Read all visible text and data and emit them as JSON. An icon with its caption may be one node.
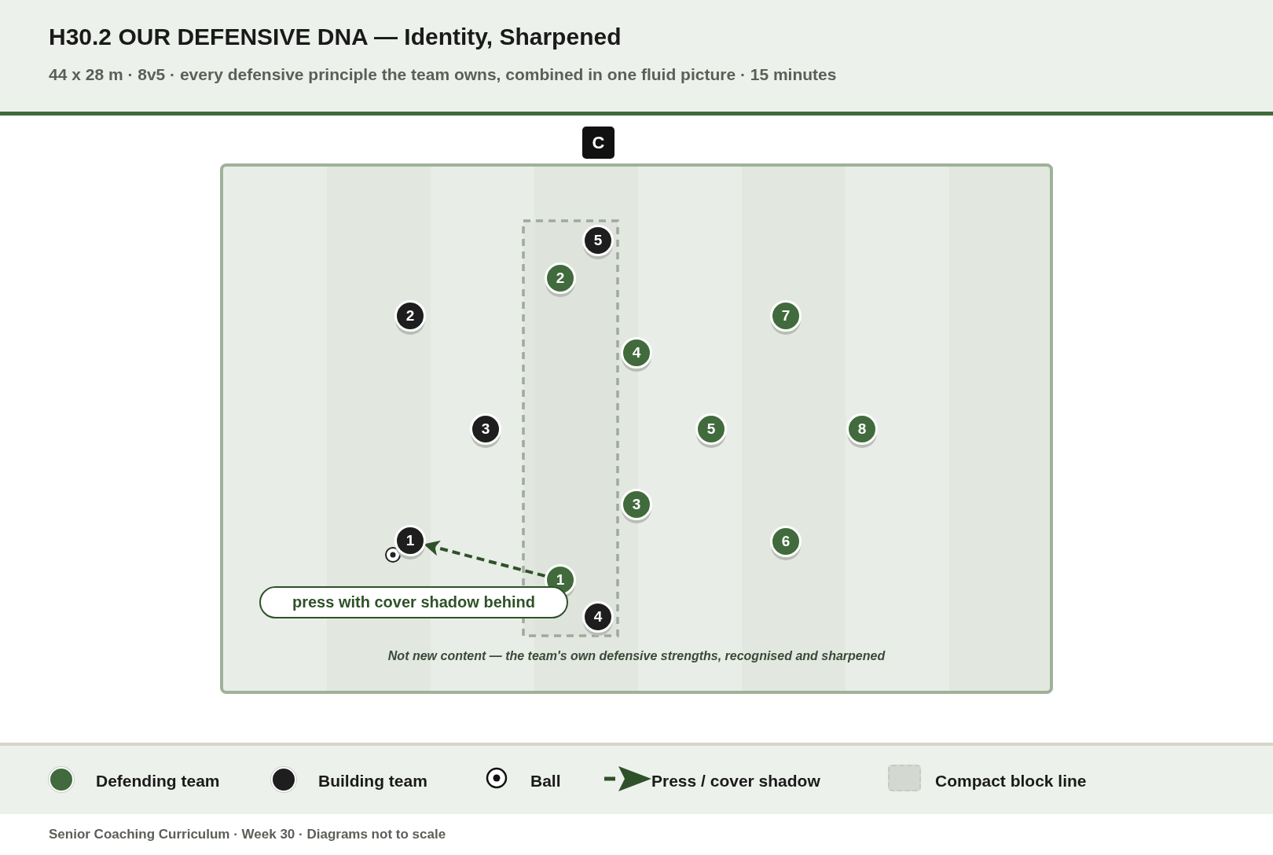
{
  "diagram": {
    "title": "H30.2 OUR DEFENSIVE DNA — Identity, Sharpened",
    "nodes": [
      {
        "text": [
          "C"
        ]
      },
      {
        "text": [
          "5"
        ]
      },
      {
        "text": [
          "2"
        ]
      },
      {
        "text": [
          "2"
        ]
      },
      {
        "text": [
          "7"
        ]
      },
      {
        "text": [
          "4"
        ]
      },
      {
        "text": [
          "3"
        ]
      },
      {
        "text": [
          "5"
        ]
      },
      {
        "text": [
          "8"
        ]
      },
      {
        "text": [
          "3"
        ]
      },
      {
        "text": [
          "1"
        ]
      },
      {
        "text": [
          "6"
        ]
      },
      {
        "text": [
          "1"
        ]
      },
      {
        "text": [
          "4"
        ]
      }
    ],
    "edges": [
      {
        "from": 12,
        "to": 10,
        "arrow": "to",
        "label": "press with cover shadow behind",
        "style": "dashed"
      }
    ],
    "labels": [
      "44 x 28 m · 8v5 · every defensive principle the team owns, combined in one fluid picture · 15 minutes",
      "Not new content — the team's own defensive strengths, recognised and sharpened",
      "Senior Coaching Curriculum · Week 30 · Diagrams not to scale"
    ],
    "legend": [
      {
        "text": "Defending team",
        "color": "#416b3c"
      },
      {
        "text": "Building team",
        "color": "#1e1e1e"
      },
      {
        "text": "Ball"
      },
      {
        "text": "Press / cover shadow"
      },
      {
        "text": "Compact block line",
        "color": "#d3d9d1"
      }
    ]
  }
}
